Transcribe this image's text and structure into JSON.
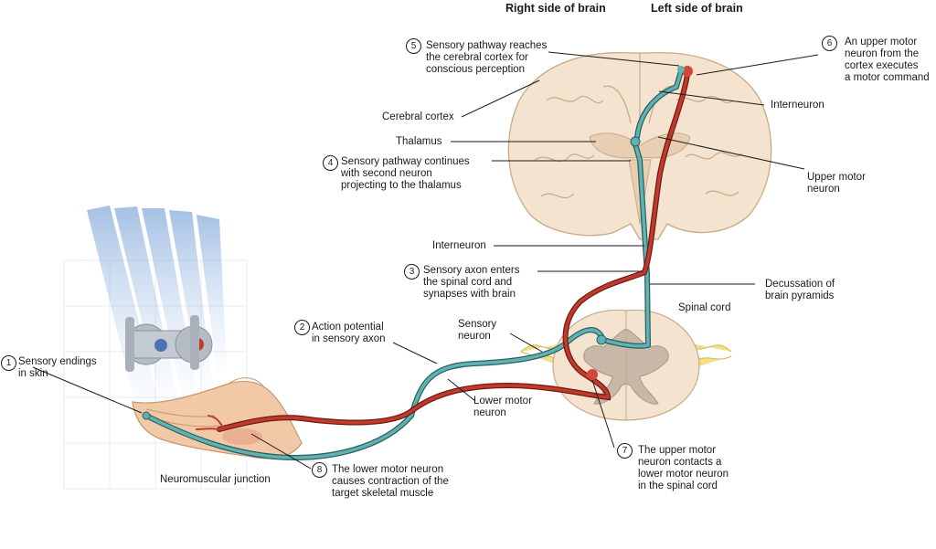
{
  "headers": {
    "right_side": "Right side of brain",
    "left_side": "Left side of brain"
  },
  "steps": [
    {
      "number": "1",
      "text": "Sensory endings\nin skin"
    },
    {
      "number": "2",
      "text": "Action potential\nin sensory axon"
    },
    {
      "number": "3",
      "text": "Sensory axon enters\nthe spinal cord and\nsynapses with brain"
    },
    {
      "number": "4",
      "text": "Sensory pathway continues\nwith second neuron\nprojecting to the thalamus"
    },
    {
      "number": "5",
      "text": "Sensory pathway reaches\nthe cerebral cortex for\nconscious perception"
    },
    {
      "number": "6",
      "text": "An upper motor\nneuron from the\ncortex executes\na motor command"
    },
    {
      "number": "7",
      "text": "The upper motor\nneuron contacts a\nlower motor neuron\nin the spinal cord"
    },
    {
      "number": "8",
      "text": "The  lower motor neuron\ncauses contraction of the\ntarget skeletal muscle"
    }
  ],
  "labels": {
    "cerebral_cortex": "Cerebral cortex",
    "thalamus": "Thalamus",
    "interneuron_brain": "Interneuron",
    "upper_motor_neuron": "Upper motor\nneuron",
    "interneuron_cord": "Interneuron",
    "decussation": "Decussation of\nbrain pyramids",
    "spinal_cord": "Spinal cord",
    "sensory_neuron": "Sensory\nneuron",
    "lower_motor_neuron": "Lower motor\nneuron",
    "neuromuscular_junction": "Neuromuscular junction"
  },
  "colors": {
    "sensory_pathway": "#4a9a9a",
    "motor_pathway": "#b03026",
    "brain_tissue": "#f3e3cf",
    "white_matter": "#e8cfb2",
    "skin": "#f1c9a6"
  }
}
